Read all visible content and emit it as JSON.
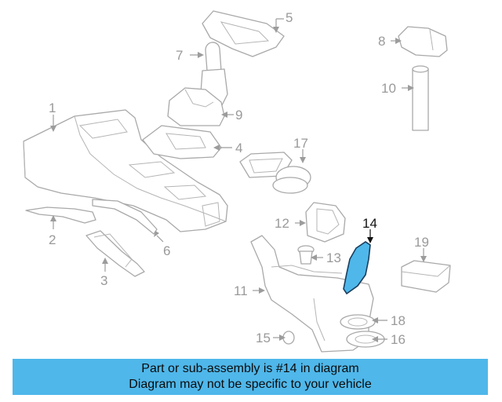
{
  "diagram": {
    "callouts": [
      "1",
      "2",
      "3",
      "4",
      "5",
      "6",
      "7",
      "8",
      "9",
      "10",
      "11",
      "12",
      "13",
      "14",
      "15",
      "16",
      "17",
      "18",
      "19"
    ],
    "highlighted_part": "14",
    "highlight_color": "#4fb7ea"
  },
  "banner": {
    "line1": "Part or sub-assembly is #14 in diagram",
    "line2": "Diagram may not be specific to your vehicle",
    "background": "#4fb7ea"
  }
}
